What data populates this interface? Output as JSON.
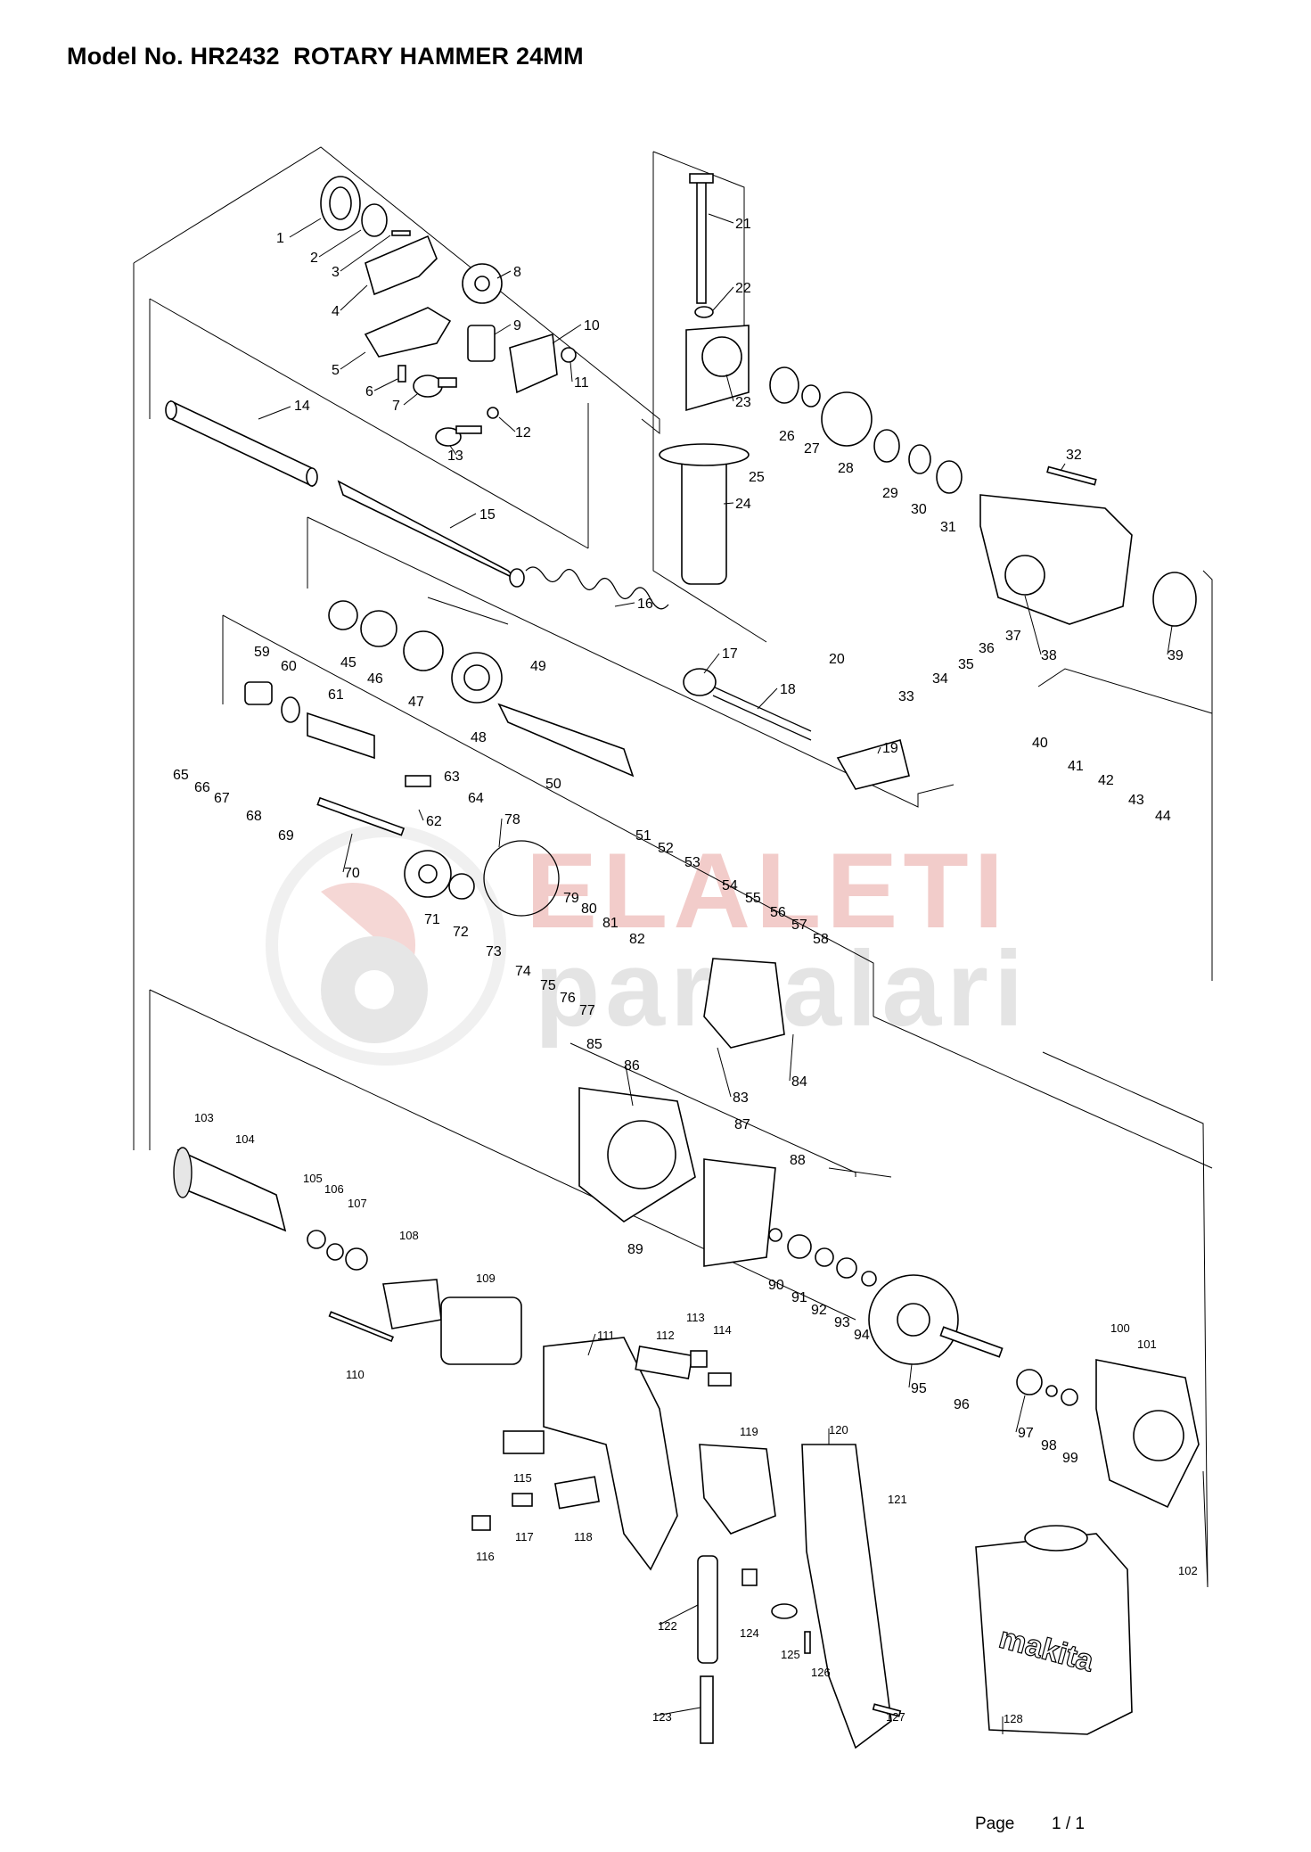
{
  "document": {
    "title": "Model No. HR2432  ROTARY HAMMER 24MM",
    "footer": {
      "page_label": "Page",
      "page_number": "1 / 1"
    }
  },
  "watermark": {
    "line1": "ELALETI",
    "line2": "parcalari",
    "colors": {
      "red": "#e8a4a0",
      "grey": "#cfcfcf"
    }
  },
  "callouts": {
    "p1": "1",
    "p2": "2",
    "p3": "3",
    "p4": "4",
    "p5": "5",
    "p6": "6",
    "p7": "7",
    "p8": "8",
    "p9": "9",
    "p10": "10",
    "p11": "11",
    "p12": "12",
    "p13": "13",
    "p14": "14",
    "p15": "15",
    "p16": "16",
    "p17": "17",
    "p18": "18",
    "p19": "19",
    "p20": "20",
    "p21": "21",
    "p22": "22",
    "p23": "23",
    "p24": "24",
    "p25": "25",
    "p26": "26",
    "p27": "27",
    "p28": "28",
    "p29": "29",
    "p30": "30",
    "p31": "31",
    "p32": "32",
    "p33": "33",
    "p34": "34",
    "p35": "35",
    "p36": "36",
    "p37": "37",
    "p38": "38",
    "p39": "39",
    "p40": "40",
    "p41": "41",
    "p42": "42",
    "p43": "43",
    "p44": "44",
    "p45": "45",
    "p46": "46",
    "p47": "47",
    "p48": "48",
    "p49": "49",
    "p50": "50",
    "p51": "51",
    "p52": "52",
    "p53": "53",
    "p54": "54",
    "p55": "55",
    "p56": "56",
    "p57": "57",
    "p58": "58",
    "p59": "59",
    "p60": "60",
    "p61": "61",
    "p62": "62",
    "p63": "63",
    "p64": "64",
    "p65": "65",
    "p66": "66",
    "p67": "67",
    "p68": "68",
    "p69": "69",
    "p70": "70",
    "p71": "71",
    "p72": "72",
    "p73": "73",
    "p74": "74",
    "p75": "75",
    "p76": "76",
    "p77": "77",
    "p78": "78",
    "p79": "79",
    "p80": "80",
    "p81": "81",
    "p82": "82",
    "p83": "83",
    "p84": "84",
    "p85": "85",
    "p86": "86",
    "p87": "87",
    "p88": "88",
    "p89": "89",
    "p90": "90",
    "p91": "91",
    "p92": "92",
    "p93": "93",
    "p94": "94",
    "p95": "95",
    "p96": "96",
    "p97": "97",
    "p98": "98",
    "p99": "99",
    "p100": "100",
    "p101": "101",
    "p102": "102",
    "p103": "103",
    "p104": "104",
    "p105": "105",
    "p106": "106",
    "p107": "107",
    "p108": "108",
    "p109": "109",
    "p110": "110",
    "p111": "111",
    "p112": "112",
    "p113": "113",
    "p114": "114",
    "p115": "115",
    "p116": "116",
    "p117": "117",
    "p118": "118",
    "p119": "119",
    "p120": "120",
    "p121": "121",
    "p122": "122",
    "p123": "123",
    "p124": "124",
    "p125": "125",
    "p126": "126",
    "p127": "127",
    "p128": "128"
  },
  "case_logo": "makita"
}
